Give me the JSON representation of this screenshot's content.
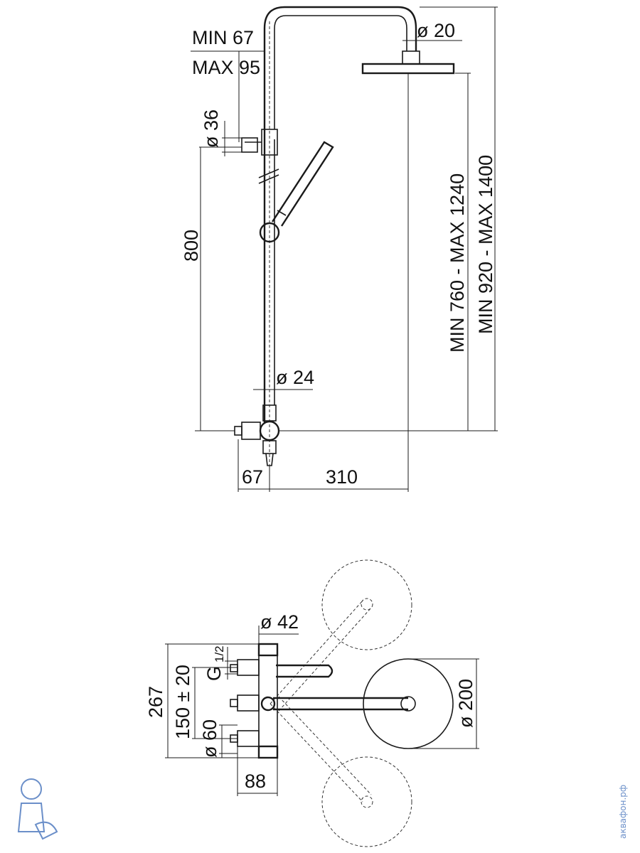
{
  "side_view": {
    "arm_offset_min": "MIN 67",
    "arm_offset_max": "MAX 95",
    "head_connector_diameter": "ø 20",
    "bracket_diameter": "ø 36",
    "bar_height": "800",
    "pipe_diameter": "ø 24",
    "head_height_range": "MIN 760 - MAX 1240",
    "total_height_range": "MIN 920 - MAX 1400",
    "wall_offset": "67",
    "arm_reach": "310"
  },
  "top_view": {
    "mixer_diameter": "ø 42",
    "connection_thread": "G",
    "connection_thread_fraction": "1/2",
    "total_height": "267",
    "inlet_spacing": "150 ± 20",
    "inlet_diameter": "ø 60",
    "mixer_depth": "88",
    "head_diameter": "ø 200"
  },
  "watermark": "аквафон.рф",
  "colors": {
    "line": "#1a1a1a",
    "watermark": "#6b8fc9"
  }
}
